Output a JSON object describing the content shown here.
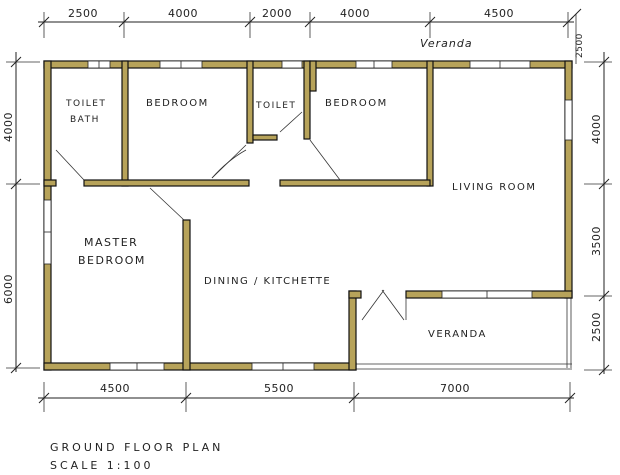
{
  "rooms": {
    "toilet_bath_1": "TOILET",
    "toilet_bath_2": "BATH",
    "bedroom_1": "BEDROOM",
    "toilet": "TOILET",
    "bedroom_2": "BEDROOM",
    "living_room": "LIVING ROOM",
    "master_bedroom_1": "MASTER",
    "master_bedroom_2": "BEDROOM",
    "dining_kitchette": "DINING / KITCHETTE",
    "veranda_bottom": "VERANDA",
    "veranda_top": "Veranda"
  },
  "dimensions": {
    "top": [
      "2500",
      "4000",
      "2000",
      "4000",
      "4500"
    ],
    "top_right_small": "2500",
    "bottom": [
      "4500",
      "5500",
      "7000"
    ],
    "left": [
      "4000",
      "6000"
    ],
    "right": [
      "4000",
      "3500",
      "2500"
    ]
  },
  "caption": {
    "line1": "GROUND FLOOR PLAN",
    "line2": "SCALE 1:100"
  }
}
